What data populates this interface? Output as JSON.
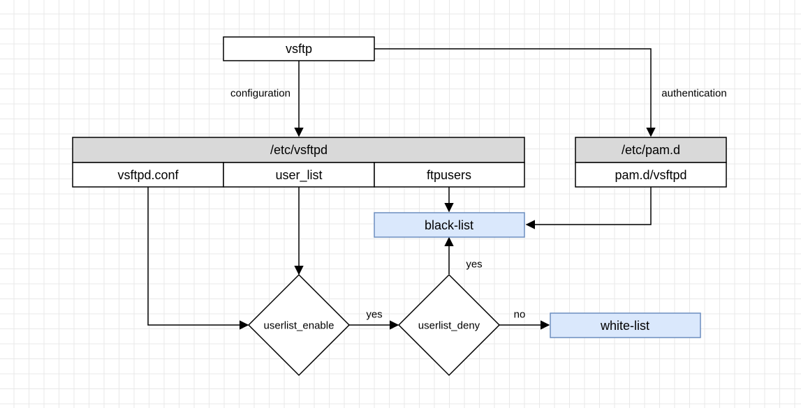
{
  "nodes": {
    "vsftp": "vsftp",
    "etc_vsftpd": "/etc/vsftpd",
    "vsftpd_conf": "vsftpd.conf",
    "user_list": "user_list",
    "ftpusers": "ftpusers",
    "etc_pamd": "/etc/pam.d",
    "pamd_vsftpd": "pam.d/vsftpd",
    "black_list": "black-list",
    "white_list": "white-list",
    "userlist_enable": "userlist_enable",
    "userlist_deny": "userlist_deny"
  },
  "edges": {
    "configuration": "configuration",
    "authentication": "authentication",
    "enable_yes": "yes",
    "deny_yes": "yes",
    "deny_no": "no"
  },
  "colors": {
    "header_fill": "#d9d9d9",
    "list_fill": "#dae8fc",
    "list_stroke": "#6c8ebf"
  }
}
